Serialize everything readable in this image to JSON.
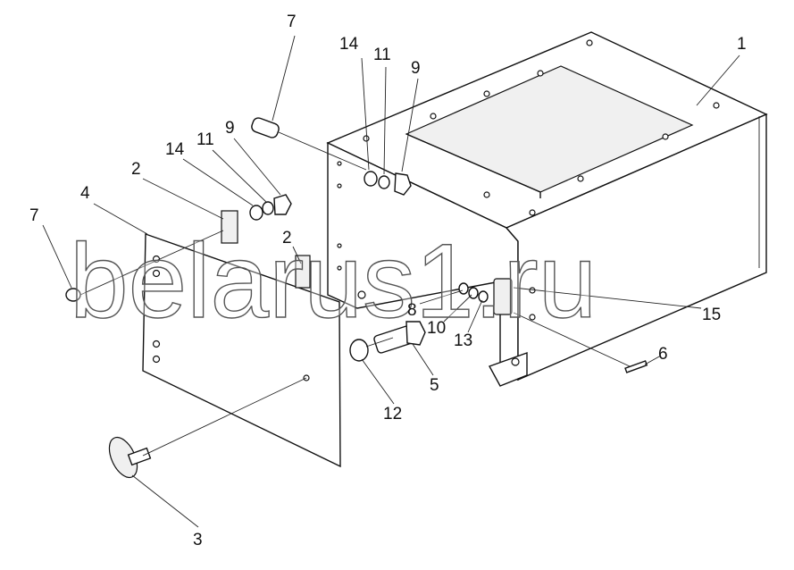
{
  "diagram": {
    "type": "exploded-assembly",
    "callouts": [
      "7",
      "14",
      "11",
      "9",
      "1",
      "14",
      "11",
      "9",
      "2",
      "4",
      "7",
      "2",
      "8",
      "10",
      "13",
      "15",
      "6",
      "5",
      "12",
      "3"
    ],
    "watermark": "belarus1.ru"
  }
}
